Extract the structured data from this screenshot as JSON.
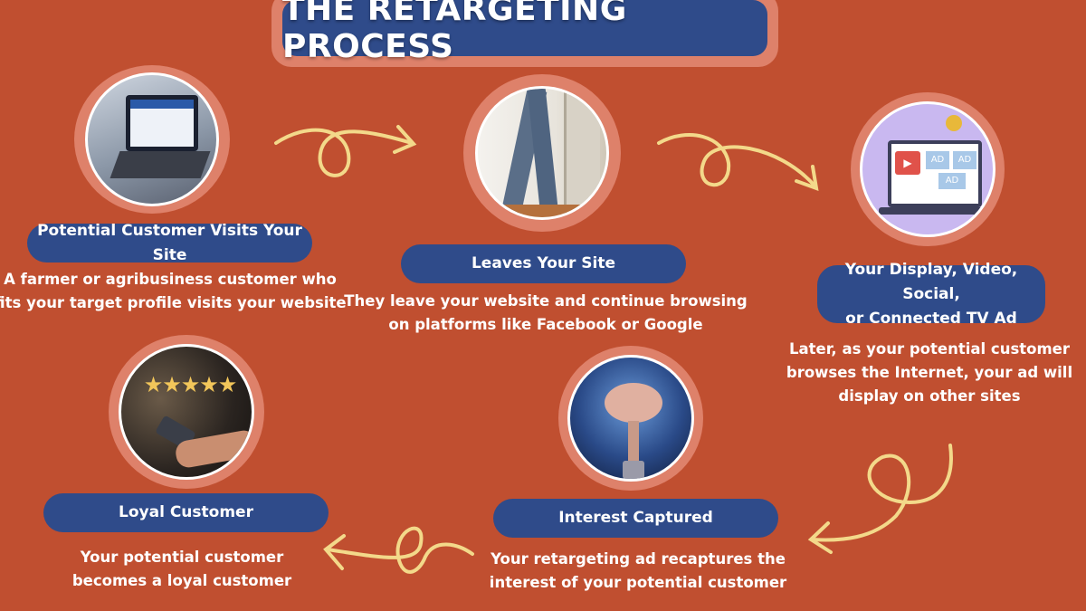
{
  "title": "THE RETARGETING PROCESS",
  "colors": {
    "background": "#c04f30",
    "pill": "#2f4b8a",
    "ring": "#de816a",
    "arrow": "#f3d98a"
  },
  "steps": [
    {
      "label": "Potential Customer Visits Your Site",
      "desc_lines": [
        "A farmer or agribusiness customer who",
        "fits your target profile visits your website"
      ],
      "image": "laptop-news-photo"
    },
    {
      "label": "Leaves Your Site",
      "desc_lines": [
        "They leave your website and continue browsing",
        "on platforms like Facebook or Google"
      ],
      "image": "person-leaving-door-photo"
    },
    {
      "label_lines": [
        "Your Display, Video, Social,",
        "or Connected TV Ad"
      ],
      "desc_lines": [
        "Later, as your potential customer",
        "browses the Internet, your ad will",
        "display on other sites"
      ],
      "image": "ads-on-laptop-illustration",
      "ad_text": "AD"
    },
    {
      "label": "Interest Captured",
      "desc_lines": [
        "Your retargeting ad recaptures the",
        "interest of your potential customer"
      ],
      "image": "brain-lightbulb-photo"
    },
    {
      "label": "Loyal Customer",
      "desc_lines": [
        "Your potential customer",
        "becomes a loyal customer"
      ],
      "image": "five-star-phone-photo",
      "stars": 5
    }
  ]
}
